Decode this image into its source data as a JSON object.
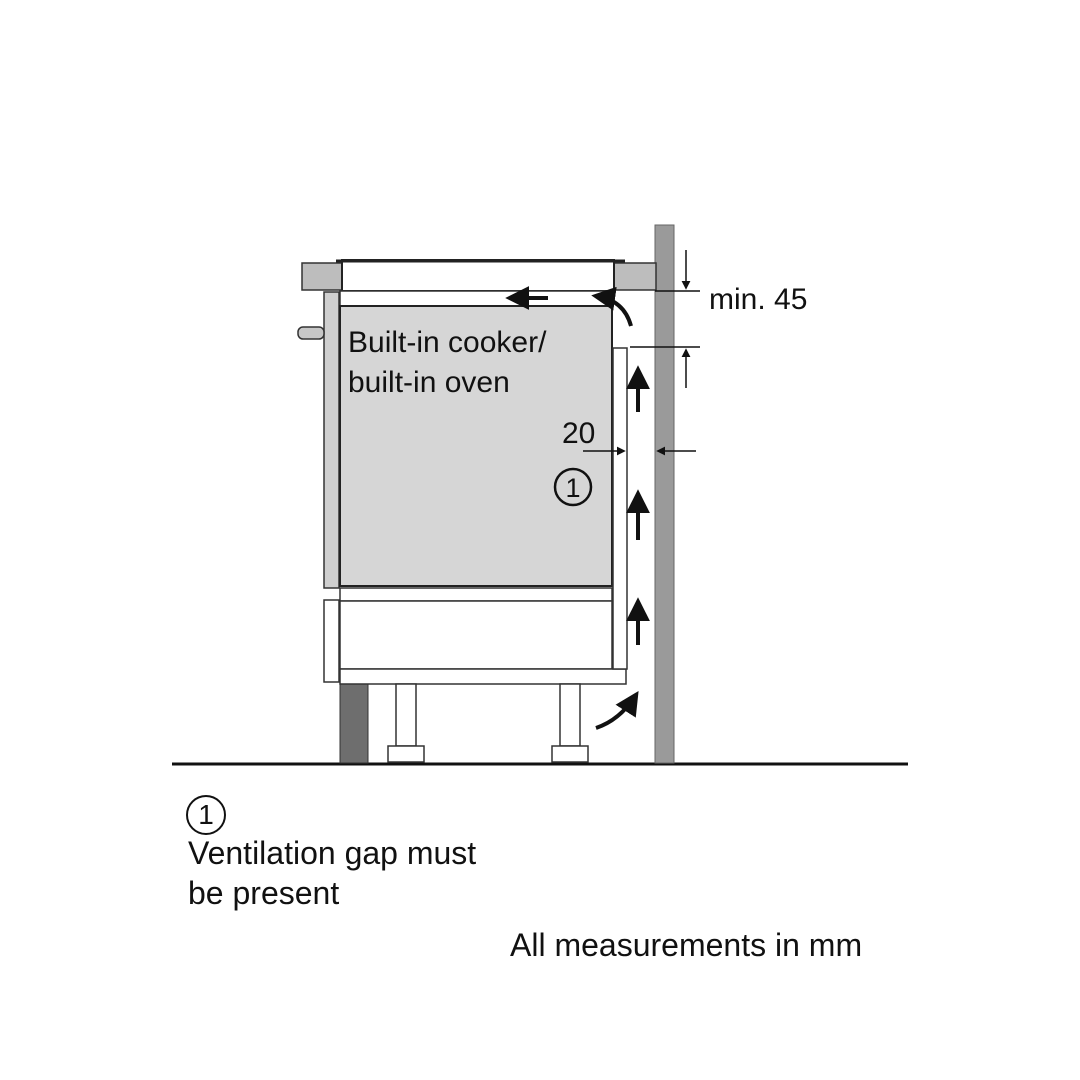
{
  "diagram": {
    "appliance_label_line1": "Built-in cooker/",
    "appliance_label_line2": "built-in oven",
    "gap_top_label": "min. 45",
    "gap_side_label": "20",
    "callout_number": "1",
    "legend": {
      "number": "1",
      "line1": "Ventilation gap must",
      "line2": "be present"
    },
    "units_note": "All measurements in mm"
  }
}
